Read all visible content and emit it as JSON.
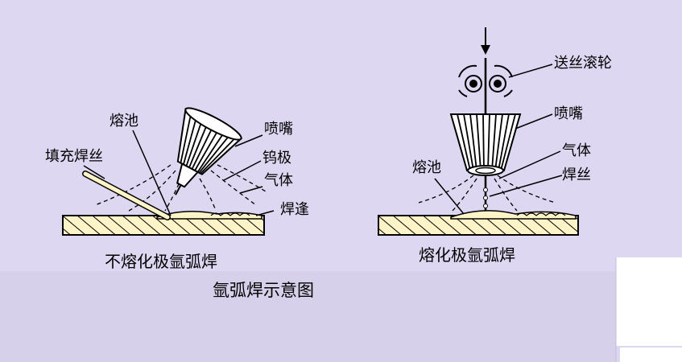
{
  "colors": {
    "background": "#ddd7f1",
    "lower_panel": "#d6d0ea",
    "line": "#000000",
    "hatch_fill": "#fff4c8",
    "white": "#ffffff"
  },
  "left_diagram": {
    "caption": "不熔化极氩弧焊",
    "labels": {
      "weld_pool": "熔池",
      "filler_wire": "填充焊丝",
      "nozzle": "喷嘴",
      "tungsten_electrode": "钨极",
      "gas": "气体",
      "weld_seam": "焊逢"
    }
  },
  "right_diagram": {
    "caption": "熔化极氩弧焊",
    "labels": {
      "wire_feed_rollers": "送丝滚轮",
      "nozzle": "喷嘴",
      "gas": "气体",
      "wire": "焊丝",
      "weld_pool": "熔池"
    }
  },
  "figure_title": "氩弧焊示意图"
}
